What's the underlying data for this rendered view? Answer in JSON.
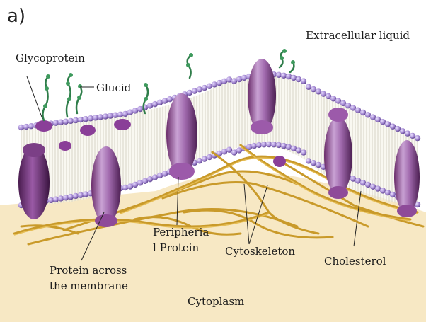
{
  "figure": {
    "panel_label": "a)",
    "labels": {
      "extracellular": "Extracellular liquid",
      "glycoprotein": "Glycoprotein",
      "glucid": "Glucid",
      "peripheral_protein": "Peripheria\nl Protein",
      "cytoskeleton": "Cytoskeleton",
      "cholesterol": "Cholesterol",
      "protein_across": "Protein across\nthe membrane",
      "cytoplasm": "Cytoplasm"
    }
  }
}
